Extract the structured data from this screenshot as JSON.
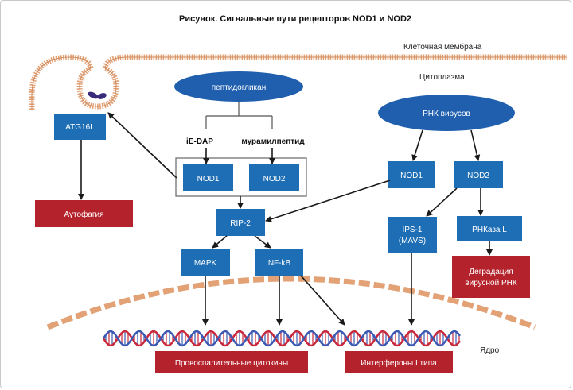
{
  "title": "Рисунок. Сигнальные пути рецепторов NOD1 и NOD2",
  "labels": {
    "membrane": "Клеточная мембрана",
    "cytoplasm": "Цитоплазма",
    "nucleus": "Ядро"
  },
  "nodes": {
    "peptidoglycan": "пептидогликан",
    "rna_viruses": "РНК вирусов",
    "ie_dap": "iE-DAP",
    "muramyl": "мурамилпептид",
    "nod1_left": "NOD1",
    "nod2_left": "NOD2",
    "atg16l": "ATG16L",
    "autophagy": "Аутофагия",
    "rip2": "RIP-2",
    "mapk": "MAPK",
    "nfkb": "NF-kB",
    "nod1_right": "NOD1",
    "nod2_right": "NOD2",
    "ips1_line1": "IPS-1",
    "ips1_line2": "(MAVS)",
    "rnase_l": "РНКаза L",
    "degradation_line1": "Деградация",
    "degradation_line2": "вирусной РНК",
    "cytokines": "Провоспалительные цитокины",
    "interferons": "Интерфероны I типа"
  },
  "colors": {
    "blue_box": "#1e6eb5",
    "blue_ellipse": "#1f5fae",
    "red_box": "#b4232c",
    "membrane": "#e2a276",
    "arrow": "#1a1a1a",
    "dna_red": "#c8283c",
    "dna_blue": "#3b59b4"
  }
}
